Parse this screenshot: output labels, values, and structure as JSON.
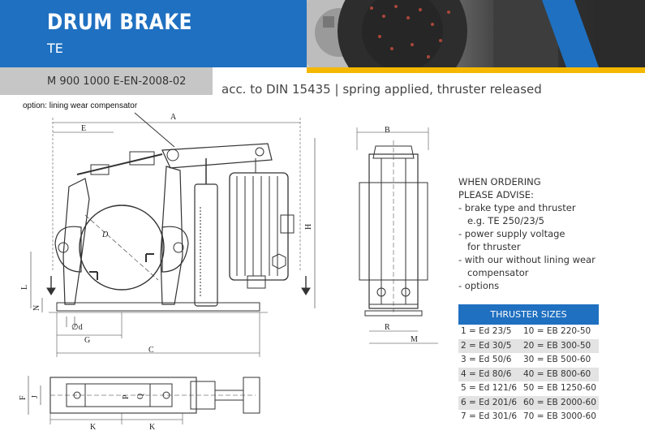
{
  "header": {
    "title": "DRUM BRAKE",
    "subtitle": "TE"
  },
  "doc_code": "M 900 1000 E-EN-2008-02",
  "tagline": "acc. to DIN 15435 | spring applied, thruster released",
  "option_note": "option: lining wear compensator",
  "dimensions": {
    "A": "A",
    "E": "E",
    "B": "B",
    "H": "H",
    "L": "L",
    "N": "N",
    "d": "∅d",
    "G": "G",
    "C": "C",
    "R": "R",
    "M": "M",
    "D": "D",
    "F": "F",
    "J": "J",
    "P": "P",
    "Q": "Q",
    "K1": "K",
    "K2": "K"
  },
  "ordering": {
    "heading1": "WHEN ORDERING",
    "heading2": "PLEASE ADVISE:",
    "lines": [
      "- brake type and thruster",
      "   e.g. TE 250/23/5",
      "- power supply voltage",
      "   for thruster",
      "- with our without lining wear",
      "   compensator",
      "- options"
    ]
  },
  "thruster_table": {
    "title": "THRUSTER SIZES",
    "rows": [
      [
        "1 = Ed 23/5",
        "10 = EB 220-50"
      ],
      [
        "2 = Ed 30/5",
        "20 = EB 300-50"
      ],
      [
        "3 = Ed 50/6",
        "30 = EB 500-60"
      ],
      [
        "4 = Ed 80/6",
        "40 = EB 800-60"
      ],
      [
        "5 = Ed 121/6",
        "50 = EB 1250-60"
      ],
      [
        "6 = Ed 201/6",
        "60 = EB 2000-60"
      ],
      [
        "7 = Ed 301/6",
        "70 = EB 3000-60"
      ]
    ]
  },
  "colors": {
    "brand_blue": "#1f70c1",
    "accent_yellow": "#f5b800",
    "bar_gray": "#c6c6c6"
  }
}
